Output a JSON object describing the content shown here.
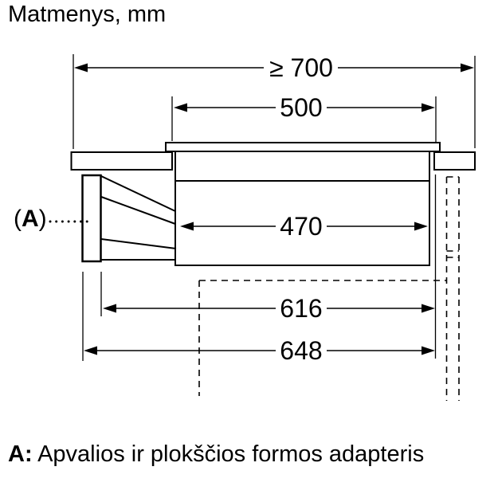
{
  "title": "Matmenys, mm",
  "dimensions": {
    "d700": "≥ 700",
    "d500": "500",
    "d470": "470",
    "d616": "616",
    "d648": "648"
  },
  "part": {
    "paren_open": "(",
    "letter": "A",
    "paren_close": ")"
  },
  "footnote": {
    "label": "A:",
    "text": "Apvalios ir plokščios formos adapteris"
  },
  "colors": {
    "line": "#000000",
    "background": "#ffffff"
  }
}
